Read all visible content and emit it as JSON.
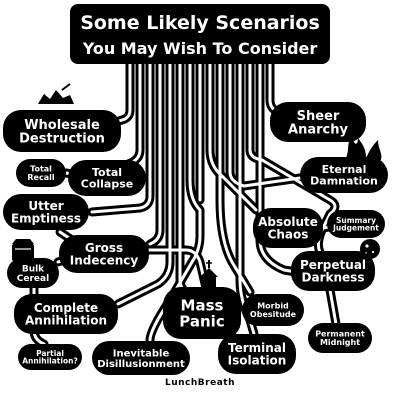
{
  "title": {
    "line1": "Some Likely Scenarios",
    "line2": "You May Wish To Consider"
  },
  "scenarios": [
    {
      "id": "wholesale-destruction",
      "lines": [
        "Wholesale",
        "Destruction"
      ]
    },
    {
      "id": "sheer-anarchy",
      "lines": [
        "Sheer",
        "Anarchy"
      ]
    },
    {
      "id": "total-recall",
      "lines": [
        "Total",
        "Recall"
      ]
    },
    {
      "id": "total-collapse",
      "lines": [
        "Total",
        "Collapse"
      ]
    },
    {
      "id": "eternal-damnation",
      "lines": [
        "Eternal",
        "Damnation"
      ]
    },
    {
      "id": "utter-emptiness",
      "lines": [
        "Utter",
        "Emptiness"
      ]
    },
    {
      "id": "absolute-chaos",
      "lines": [
        "Absolute",
        "Chaos"
      ]
    },
    {
      "id": "summary-judgement",
      "lines": [
        "Summary",
        "Judgement"
      ]
    },
    {
      "id": "gross-indecency",
      "lines": [
        "Gross",
        "Indecency"
      ]
    },
    {
      "id": "bulk-cereal",
      "lines": [
        "Bulk",
        "Cereal"
      ]
    },
    {
      "id": "perpetual-darkness",
      "lines": [
        "Perpetual",
        "Darkness"
      ]
    },
    {
      "id": "complete-annihilation",
      "lines": [
        "Complete",
        "Annihilation"
      ]
    },
    {
      "id": "mass-panic",
      "lines": [
        "Mass",
        "Panic"
      ]
    },
    {
      "id": "morbid-obesitude",
      "lines": [
        "Morbid",
        "Obesitude"
      ]
    },
    {
      "id": "permanent-midnight",
      "lines": [
        "Permanent",
        "Midnight"
      ]
    },
    {
      "id": "partial-annihilation",
      "lines": [
        "Partial",
        "Annihilation?"
      ]
    },
    {
      "id": "inevitable-disillusionment",
      "lines": [
        "Inevitable",
        "Disillusionment"
      ]
    },
    {
      "id": "terminal-isolation",
      "lines": [
        "Terminal",
        "Isolation"
      ]
    }
  ],
  "credit": "LunchBreath"
}
